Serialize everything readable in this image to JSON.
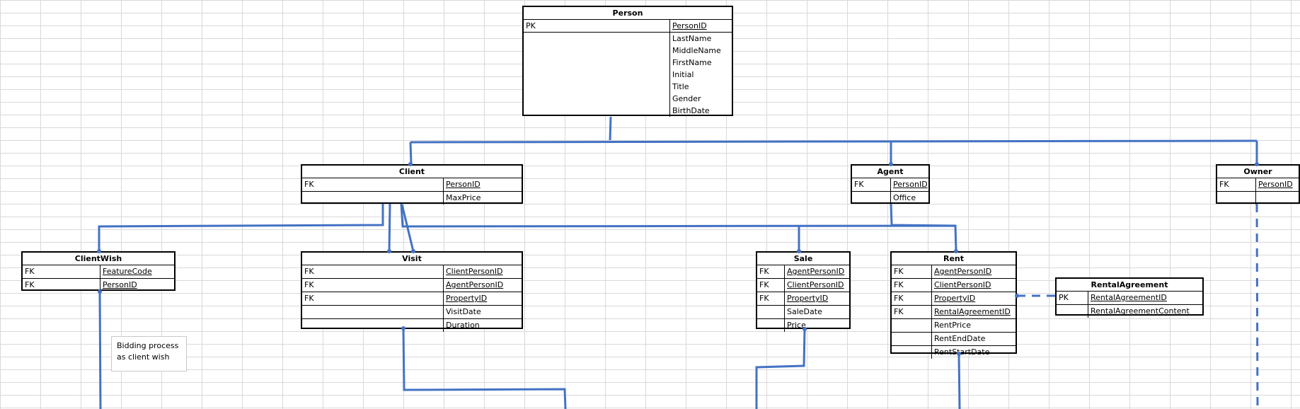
{
  "entities": {
    "person": {
      "title": "Person",
      "rows": [
        {
          "key": "PK",
          "attr": "PersonID",
          "is_key": true
        },
        {
          "key": "",
          "attr": "LastName",
          "is_key": false
        },
        {
          "key": "",
          "attr": "MiddleName",
          "is_key": false
        },
        {
          "key": "",
          "attr": "FirstName",
          "is_key": false
        },
        {
          "key": "",
          "attr": "Initial",
          "is_key": false
        },
        {
          "key": "",
          "attr": "Title",
          "is_key": false
        },
        {
          "key": "",
          "attr": "Gender",
          "is_key": false
        },
        {
          "key": "",
          "attr": "BirthDate",
          "is_key": false
        }
      ]
    },
    "client": {
      "title": "Client",
      "rows": [
        {
          "key": "FK",
          "attr": "PersonID",
          "is_key": true
        },
        {
          "key": "",
          "attr": "MaxPrice",
          "is_key": false
        }
      ]
    },
    "agent": {
      "title": "Agent",
      "rows": [
        {
          "key": "FK",
          "attr": "PersonID",
          "is_key": true
        },
        {
          "key": "",
          "attr": "Office",
          "is_key": false
        }
      ]
    },
    "owner": {
      "title": "Owner",
      "rows": [
        {
          "key": "FK",
          "attr": "PersonID",
          "is_key": true
        },
        {
          "key": "",
          "attr": "",
          "is_key": false
        }
      ]
    },
    "clientwish": {
      "title": "ClientWish",
      "rows": [
        {
          "key": "FK",
          "attr": "FeatureCode",
          "is_key": true
        },
        {
          "key": "FK",
          "attr": "PersonID",
          "is_key": true
        }
      ]
    },
    "visit": {
      "title": "Visit",
      "rows": [
        {
          "key": "FK",
          "attr": "ClientPersonID",
          "is_key": true
        },
        {
          "key": "FK",
          "attr": "AgentPersonID",
          "is_key": true
        },
        {
          "key": "FK",
          "attr": "PropertyID",
          "is_key": true
        },
        {
          "key": "",
          "attr": "VisitDate",
          "is_key": false
        },
        {
          "key": "",
          "attr": "Duration",
          "is_key": false
        }
      ]
    },
    "sale": {
      "title": "Sale",
      "rows": [
        {
          "key": "FK",
          "attr": "AgentPersonID",
          "is_key": true
        },
        {
          "key": "FK",
          "attr": "ClientPersonID",
          "is_key": true
        },
        {
          "key": "FK",
          "attr": "PropertyID",
          "is_key": true
        },
        {
          "key": "",
          "attr": "SaleDate",
          "is_key": false
        },
        {
          "key": "",
          "attr": "Price",
          "is_key": false
        }
      ]
    },
    "rent": {
      "title": "Rent",
      "rows": [
        {
          "key": "FK",
          "attr": "AgentPersonID",
          "is_key": true
        },
        {
          "key": "FK",
          "attr": "ClientPersonID",
          "is_key": true
        },
        {
          "key": "FK",
          "attr": "PropertyID",
          "is_key": true
        },
        {
          "key": "FK",
          "attr": "RentalAgreementID",
          "is_key": true
        },
        {
          "key": "",
          "attr": "RentPrice",
          "is_key": false
        },
        {
          "key": "",
          "attr": "RentEndDate",
          "is_key": false
        },
        {
          "key": "",
          "attr": "RentStartDate",
          "is_key": false
        }
      ]
    },
    "rentalagreement": {
      "title": "RentalAgreement",
      "rows": [
        {
          "key": "PK",
          "attr": "RentalAgreementID",
          "is_key": true
        },
        {
          "key": "",
          "attr": "RentalAgreementContent",
          "is_key": false
        }
      ]
    }
  },
  "note": {
    "line1": "Bidding process",
    "line2": "as client wish"
  },
  "colors": {
    "connector": "#4472c4",
    "gridline": "#d9d9d9",
    "border": "#000000"
  }
}
